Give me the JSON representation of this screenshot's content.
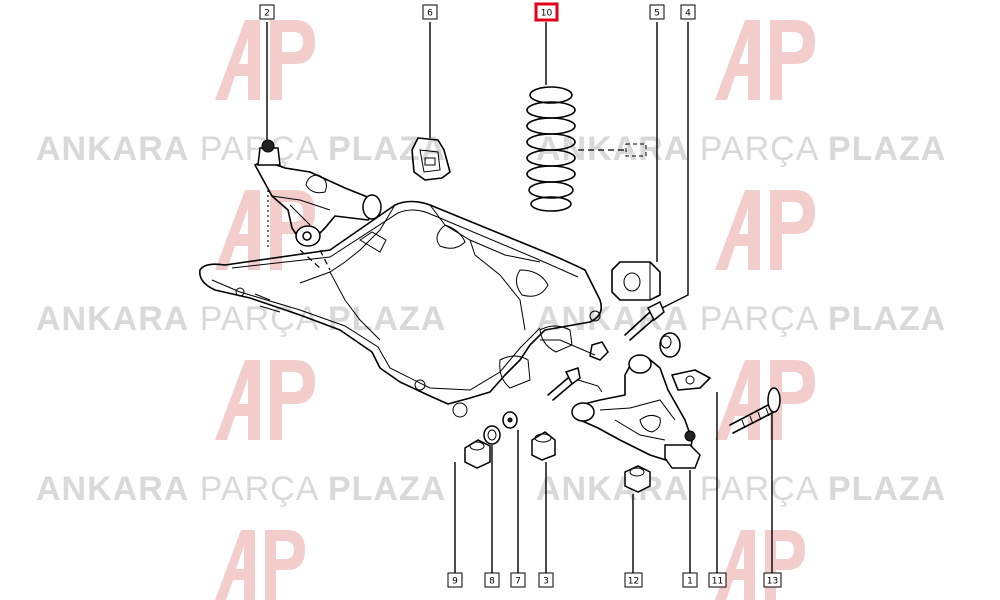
{
  "watermark": {
    "word1": "ANKARA",
    "word2": "PARÇA",
    "word3": "PLAZA",
    "logo": "AP",
    "color": "#d9d9d9",
    "logo_color": "#f2c7c7"
  },
  "highlight_color": "#e2001a",
  "callouts": {
    "c2": "2",
    "c6": "6",
    "c10": "10",
    "c5": "5",
    "c4": "4",
    "c9": "9",
    "c8": "8",
    "c7": "7",
    "c3": "3",
    "c12": "12",
    "c1": "1",
    "c11": "11",
    "c13": "13"
  },
  "highlighted_part": "10"
}
